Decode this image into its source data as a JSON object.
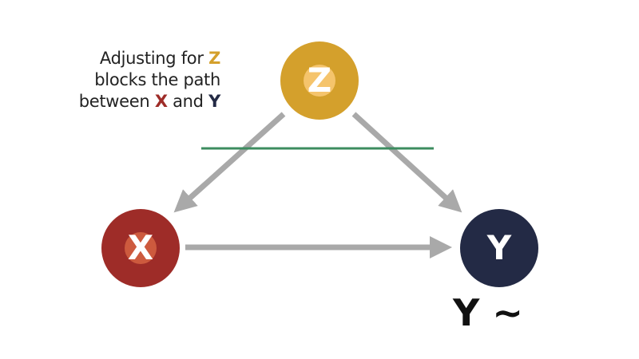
{
  "caption": {
    "line1_prefix": "Adjusting for ",
    "line1_var": "Z",
    "line2": "blocks the path",
    "line3_prefix": "between ",
    "line3_var_x": "X",
    "line3_mid": " and ",
    "line3_var_y": "Y"
  },
  "nodes": {
    "z": {
      "label": "Z",
      "color": "#d4a02c",
      "highlight": "#f5c46c"
    },
    "x": {
      "label": "X",
      "color": "#9e2c28",
      "highlight": "#cd5a3e"
    },
    "y": {
      "label": "Y",
      "color": "#232a45"
    }
  },
  "formula": "Y ~",
  "colors": {
    "arrow": "#a9a9a9",
    "block_line": "#3c8c5f"
  },
  "edges": [
    {
      "from": "Z",
      "to": "X"
    },
    {
      "from": "Z",
      "to": "Y"
    },
    {
      "from": "X",
      "to": "Y"
    }
  ]
}
